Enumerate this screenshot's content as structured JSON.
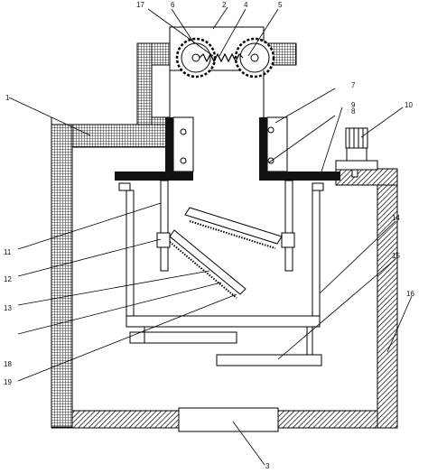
{
  "labels": {
    "n1": "1",
    "n2": "2",
    "n3": "3",
    "n4": "4",
    "n5": "5",
    "n6": "6",
    "n7": "7",
    "n8": "8",
    "n9": "9",
    "n10": "10",
    "n11": "11",
    "n12": "12",
    "n13": "13",
    "n14": "14",
    "n15": "15",
    "n16": "16",
    "n17": "17",
    "n18": "18",
    "n19": "19"
  },
  "colors": {
    "line": "#000000",
    "fill_black": "#111111",
    "background": "#ffffff"
  }
}
